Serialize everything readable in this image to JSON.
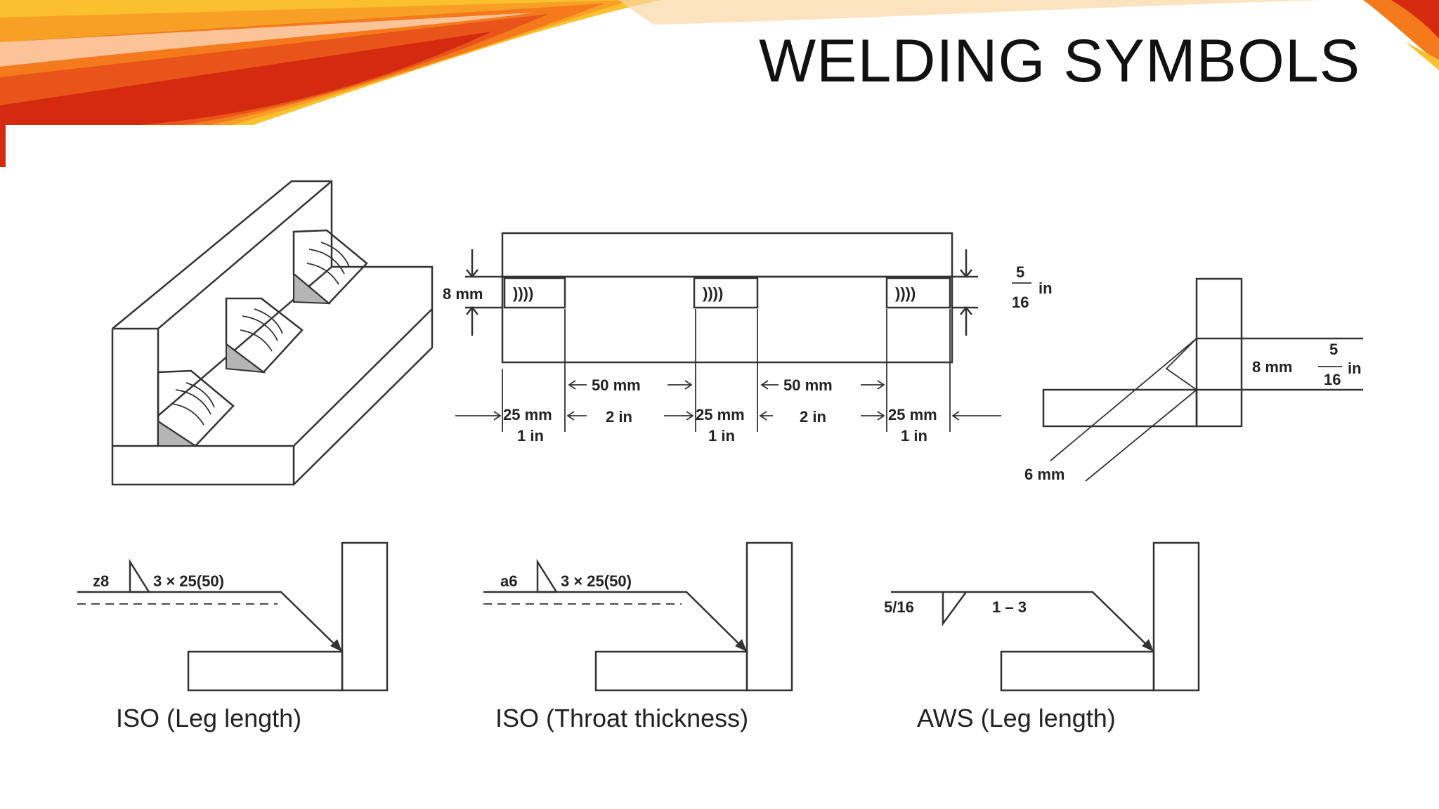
{
  "slide": {
    "title": "WELDING SYMBOLS"
  },
  "figure": {
    "elevation": {
      "left_size": "8 mm",
      "right_frac_num": "5",
      "right_frac_den": "16",
      "right_frac_unit": "in",
      "spacing_mm": [
        "50 mm",
        "50 mm"
      ],
      "segment_mm": [
        "25 mm",
        "25 mm",
        "25 mm"
      ],
      "segment_in": [
        "1 in",
        "1 in",
        "1 in"
      ],
      "spacing_in": [
        "2 in",
        "2 in"
      ]
    },
    "section": {
      "size_mm": "8 mm",
      "frac_num": "5",
      "frac_den": "16",
      "frac_unit": "in",
      "throat": "6 mm"
    },
    "symbols": [
      {
        "size": "z8",
        "spec": "3 × 25(50)",
        "caption": "ISO (Leg length)"
      },
      {
        "size": "a6",
        "spec": "3 × 25(50)",
        "caption": "ISO (Throat thickness)"
      },
      {
        "size": "5/16",
        "spec": "1 – 3",
        "caption": "AWS (Leg length)"
      }
    ]
  },
  "colors": {
    "banner_red": "#d42a10",
    "banner_orange": "#f47a1c",
    "banner_yellow": "#fbc02d"
  }
}
